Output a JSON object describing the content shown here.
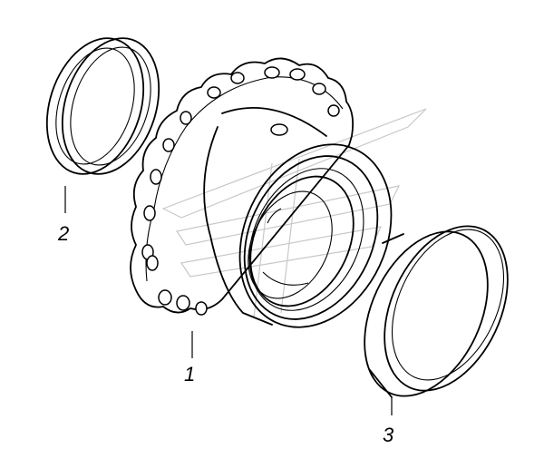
{
  "callouts": {
    "hub": "1",
    "left_ring": "2",
    "right_ring": "3"
  },
  "colors": {
    "line": "#000000",
    "background": "#ffffff",
    "watermark": "#c8c8c8"
  }
}
